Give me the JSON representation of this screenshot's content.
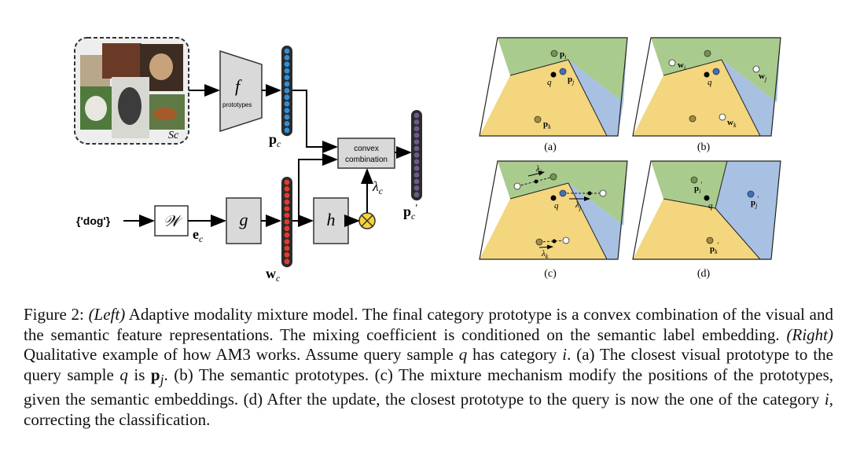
{
  "left_diagram": {
    "support_set_label": "Sc",
    "f_label": "f",
    "prototypes_label": "prototypes",
    "pc_label": "p",
    "pc_sub": "c",
    "convex_label_1": "convex",
    "convex_label_2": "combination",
    "lambda_label": "λ",
    "lambda_sub": "c",
    "pc_prime_label": "p",
    "pc_prime_sub": "c",
    "pc_prime_mark": "′",
    "dog_label": "{'dog'}",
    "W_label": "𝒲",
    "ec_label": "e",
    "ec_sub": "c",
    "g_label": "g",
    "h_label": "h",
    "wc_label": "w",
    "wc_sub": "c"
  },
  "panels": [
    {
      "caption": "(a)",
      "labels": {
        "pi": "p",
        "pi_sub": "i",
        "q": "q",
        "pj": "p",
        "pj_sub": "j",
        "pk": "p",
        "pk_sub": "k"
      }
    },
    {
      "caption": "(b)",
      "labels": {
        "wi": "w",
        "wi_sub": "i",
        "q": "q",
        "wj": "w",
        "wj_sub": "j",
        "wk": "w",
        "wk_sub": "k"
      }
    },
    {
      "caption": "(c)",
      "labels": {
        "li": "λ",
        "li_sub": "i",
        "q": "q",
        "lj": "λ",
        "lj_sub": "j",
        "lk": "λ",
        "lk_sub": "k"
      }
    },
    {
      "caption": "(d)",
      "labels": {
        "pi": "p",
        "pi_sub": "i",
        "q": "q",
        "pj": "p",
        "pj_sub": "j",
        "pk": "p",
        "pk_sub": "k",
        "prime": "′"
      }
    }
  ],
  "caption": {
    "p1": "Figure 2: ",
    "p2": "(Left)",
    "p3": " Adaptive modality mixture model. The final category prototype is a convex combination of the visual and the semantic feature representations. The mixing coefficient is conditioned on the semantic label embedding. ",
    "p4": "(Right)",
    "p5": " Qualitative example of how AM3 works. Assume query sample ",
    "p6": "q",
    "p7": " has category ",
    "p8": "i",
    "p9": ". (a) The closest visual prototype to the query sample ",
    "p10": "q",
    "p11": " is ",
    "p12": "p",
    "p13": "j",
    "p14": ". (b) The semantic prototypes. (c) The mixture mechanism modify the positions of the prototypes, given the semantic embeddings. (d) After the update, the closest prototype to the query is now the one of the category ",
    "p15": "i",
    "p16": ", correcting the classification."
  },
  "colors": {
    "green": "#aacb8e",
    "blue": "#a8c0e2",
    "yellow": "#f3d67e",
    "visual_circle": "#2f8fd8",
    "semantic_circle": "#e13b2e",
    "mix_circle": "#6b5a8a",
    "box": "#d9d9d9",
    "otimes": "#f7d23a"
  }
}
